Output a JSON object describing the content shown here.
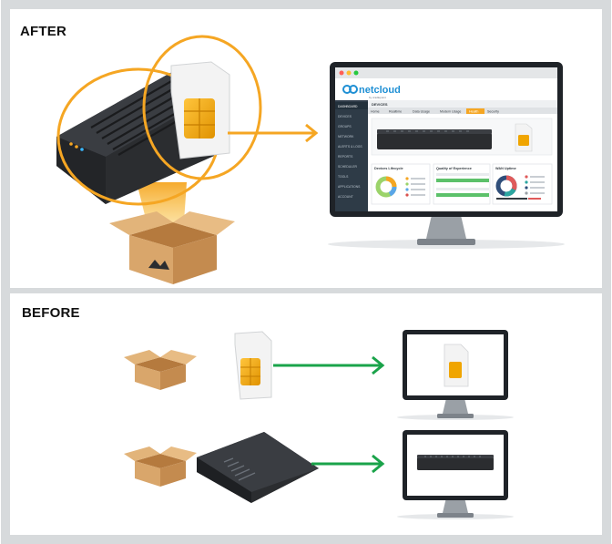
{
  "section_after": {
    "title": "AFTER"
  },
  "section_before": {
    "title": "BEFORE"
  },
  "dashboard": {
    "brand": "netcloud",
    "brand_sub": "by cradlepoint",
    "page_title": "DEVICES",
    "nav_items": [
      "DASHBOARD",
      "DEVICES",
      "GROUPS",
      "NETWORK",
      "ALERTS & LOGS",
      "REPORTS",
      "SCHEDULER",
      "TOOLS",
      "APPLICATIONS",
      "ACCOUNT"
    ],
    "tabs": [
      "Home",
      "Realtime",
      "Data Usage",
      "Modem Usage",
      "Health",
      "Security"
    ],
    "active_tab": "Health",
    "widgets": [
      "Devices Lifecycle",
      "Quality of Experience",
      "WAN Uptime"
    ]
  },
  "colors": {
    "accent_orange": "#f5a623",
    "arrow_green": "#1aa34a",
    "section_bg": "#dcdfe1",
    "router_dark": "#2b2d30",
    "box_tan": "#d9a66b",
    "sim_white": "#f3f3f3",
    "chip_gold": "#f0a500",
    "sidebar_dark": "#2e3b47",
    "monitor_frame": "#1f2328"
  },
  "icons": [
    "router-icon",
    "sim-card-icon",
    "package-box-icon",
    "monitor-icon",
    "arrow-right-icon"
  ]
}
